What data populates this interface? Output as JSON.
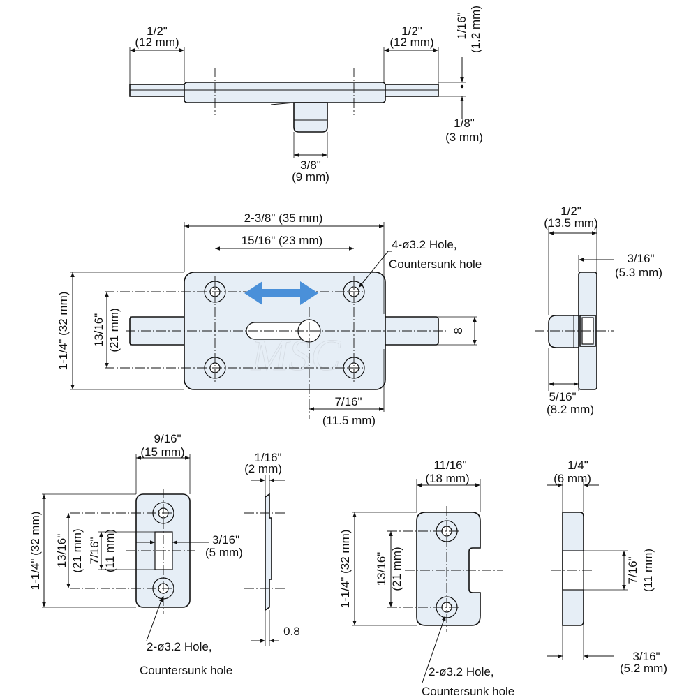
{
  "top_view": {
    "left_ext_in": "1/2\"",
    "left_ext_mm": "(12 mm)",
    "right_ext_in": "1/2\"",
    "right_ext_mm": "(12 mm)",
    "thickness_in": "1/16\"",
    "thickness_mm": "(1.2 mm)",
    "knob_gap_in": "1/8\"",
    "knob_gap_mm": "(3 mm)",
    "knob_width_in": "3/8\"",
    "knob_width_mm": "(9 mm)"
  },
  "front_view": {
    "overall_width": "2-3/8\" (35 mm)",
    "hole_spacing": "15/16\" (23 mm)",
    "hole_note_1": "4-ø3.2 Hole,",
    "hole_note_2": "Countersunk hole",
    "overall_height": "1-1/4\" (32 mm)",
    "hole_v_spacing_in": "13/16\"",
    "hole_v_spacing_mm": "(21 mm)",
    "bolt_dia": "8",
    "travel_in": "7/16\"",
    "travel_mm": "(11.5 mm)"
  },
  "side_view": {
    "width_in": "1/2\"",
    "width_mm": "(13.5 mm)",
    "plate_in": "3/16\"",
    "plate_mm": "(5.3 mm)",
    "knob_in": "5/16\"",
    "knob_mm": "(8.2 mm)"
  },
  "strike_plate": {
    "width_in": "9/16\"",
    "width_mm": "(15 mm)",
    "height": "1-1/4\" (32 mm)",
    "hole_spacing_in": "13/16\"",
    "hole_spacing_mm": "(21 mm)",
    "slot_h_in": "7/16\"",
    "slot_h_mm": "(11 mm)",
    "slot_w_in": "3/16\"",
    "slot_w_mm": "(5 mm)",
    "hole_note_1": "2-ø3.2 Hole,",
    "hole_note_2": "Countersunk hole",
    "edge_in": "1/16\"",
    "edge_mm": "(2 mm)",
    "thickness": "0.8"
  },
  "strike_block": {
    "width_in": "11/16\"",
    "width_mm": "(18 mm)",
    "height": "1-1/4\" (32 mm)",
    "hole_spacing_in": "13/16\"",
    "hole_spacing_mm": "(21 mm)",
    "hole_note_1": "2-ø3.2 Hole,",
    "hole_note_2": "Countersunk hole",
    "depth_in": "1/4\"",
    "depth_mm": "(6 mm)",
    "slot_h_in": "7/16\"",
    "slot_h_mm": "(11 mm)",
    "slot_d_in": "3/16\"",
    "slot_d_mm": "(5.2 mm)"
  },
  "watermark": "MSC",
  "colors": {
    "part_fill": "#e6eef6",
    "arrow": "#4a90d9",
    "line": "#111111"
  }
}
